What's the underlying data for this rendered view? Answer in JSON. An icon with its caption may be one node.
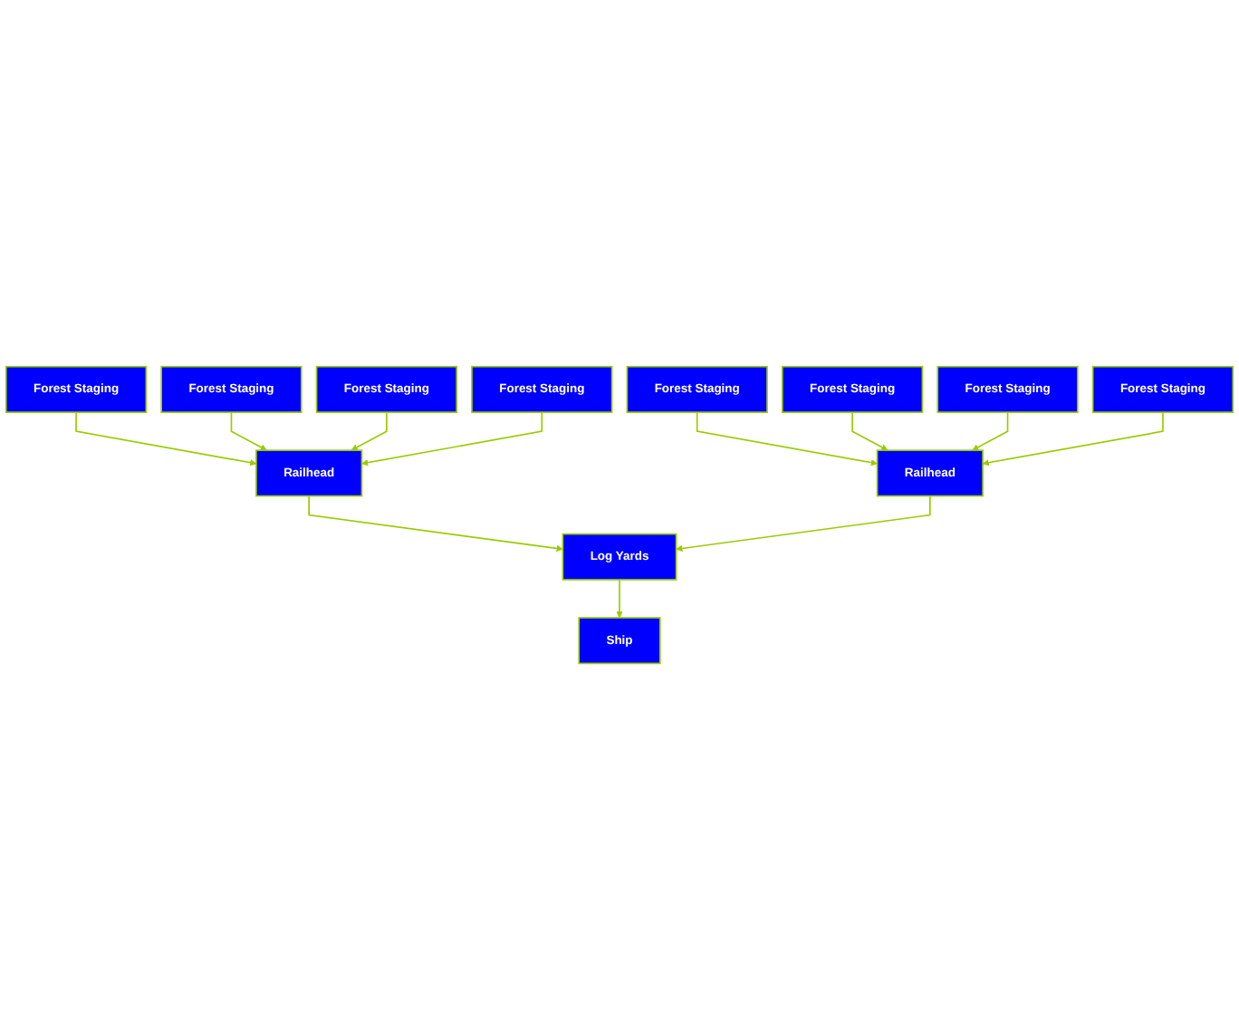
{
  "diagram": {
    "nodes": [
      {
        "text": [
          "Forest Staging"
        ]
      },
      {
        "text": [
          "Forest Staging"
        ]
      },
      {
        "text": [
          "Forest Staging"
        ]
      },
      {
        "text": [
          "Forest Staging"
        ]
      },
      {
        "text": [
          "Forest Staging"
        ]
      },
      {
        "text": [
          "Forest Staging"
        ]
      },
      {
        "text": [
          "Forest Staging"
        ]
      },
      {
        "text": [
          "Forest Staging"
        ]
      },
      {
        "text": [
          "Railhead"
        ]
      },
      {
        "text": [
          "Railhead"
        ]
      },
      {
        "text": [
          "Log Yards"
        ]
      },
      {
        "text": [
          "Ship"
        ]
      }
    ],
    "edges": [
      {
        "from": 0,
        "to": 8,
        "arrow": "to"
      },
      {
        "from": 1,
        "to": 8,
        "arrow": "to"
      },
      {
        "from": 2,
        "to": 8,
        "arrow": "to"
      },
      {
        "from": 3,
        "to": 8,
        "arrow": "to"
      },
      {
        "from": 4,
        "to": 9,
        "arrow": "to"
      },
      {
        "from": 5,
        "to": 9,
        "arrow": "to"
      },
      {
        "from": 6,
        "to": 9,
        "arrow": "to"
      },
      {
        "from": 7,
        "to": 9,
        "arrow": "to"
      },
      {
        "from": 8,
        "to": 10,
        "arrow": "to"
      },
      {
        "from": 9,
        "to": 10,
        "arrow": "to"
      },
      {
        "from": 10,
        "to": 11,
        "arrow": "to"
      }
    ]
  }
}
